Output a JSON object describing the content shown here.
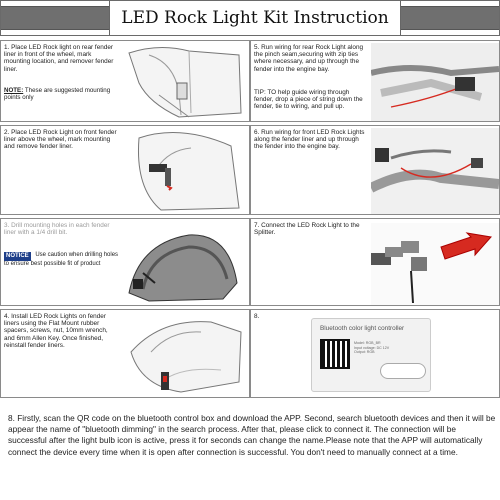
{
  "title": "LED Rock Light Kit Instruction",
  "steps": {
    "s1": "1. Place LED Rock light on rear fender liner in front of the wheel, mark mounting location, and remover fender liner.",
    "s1_note_label": "NOTE:",
    "s1_note": "These are suggested mounting points only",
    "s2": "2. Place LED Rock Light on front fender liner above the wheel, mark mounting and remove fender liner.",
    "s3": "3. Drill mounting holes in each fender liner with a 1/4 drill bit.",
    "s3_notice_tag": "NOTICE",
    "s3_notice": "Use caution when drilling holes to ensure best possible fit of product",
    "s4": "4. Install LED Rock Lights on fender liners using the Flat Mount rubber spacers, screws, nut, 10mm wrench, and 6mm Allen Key. Once finished, reinstall fender liners.",
    "s5": "5. Run wiring for rear Rock Light along the pinch seam,securing with zip ties where necessary, and up through the fender into the engine bay.",
    "s5_tip": "TIP: TO help guide wiring through fender, drop a piece of string down the fender, tie to wiring, and pull up.",
    "s6": "6. Run wiring for front LED Rock Lights along the fender liner and up through the fender into the engine bay.",
    "s7": "7. Connect the LED Rock Light to the Splitter.",
    "s8": "8."
  },
  "controller": {
    "title": "Bluetooth color light controller",
    "info": [
      "Model: RGB_BR",
      "Input voltage: DC 12V",
      "Output: RGB"
    ]
  },
  "bottom_paragraph": "8. Firstly, scan the QR code on the bluetooth control box and download the APP. Second, search bluetooth devices and then it will be appear the name of \"bluetooth dimming\" in the search process. After that, please click to connect it. The connection will be successful after the light bulb icon is active, press it for seconds can change the name.Please note that the APP will automatically connect the device every time when it is open after connection is successful. You don't need to manually connect at a time.",
  "colors": {
    "band": "#6f6f6f",
    "notice": "#1e3f8a",
    "arrow": "#d62a20"
  }
}
